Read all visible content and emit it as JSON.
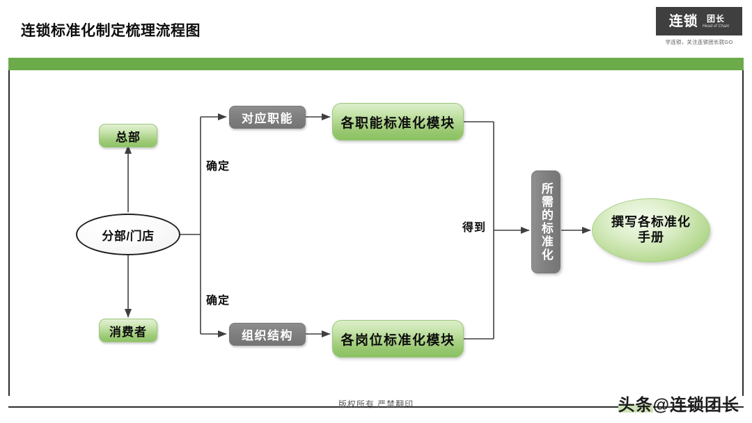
{
  "header": {
    "title": "连锁标准化制定梳理流程图",
    "accent_green": "#6cab4a"
  },
  "logo": {
    "main": "连锁",
    "sub_cn": "团长",
    "sub_en": "Head of Chain",
    "tagline": "学连锁，关注连锁团长就GO",
    "box_color": "#3f3f3f"
  },
  "diagram": {
    "nodes": {
      "headquarters": "总部",
      "branch_store": "分部/门店",
      "consumer": "消费者",
      "function_mapping": "对应职能",
      "org_structure": "组织结构",
      "function_module": "各职能标准化模块",
      "position_module": "各岗位标准化模块",
      "required_standard": "所需的标准化",
      "write_manual_line1": "撰写各标准化",
      "write_manual_line2": "手册"
    },
    "edge_labels": {
      "confirm_top": "确定",
      "confirm_bottom": "确定",
      "obtain": "得到"
    },
    "colors": {
      "green_node": "#8ec268",
      "gray_node": "#808080",
      "line": "#3f3f3f"
    }
  },
  "footer": {
    "copyright": "版权所有  严禁翻印",
    "watermark_prefix": "头条",
    "watermark_handle": "@连锁团长"
  }
}
